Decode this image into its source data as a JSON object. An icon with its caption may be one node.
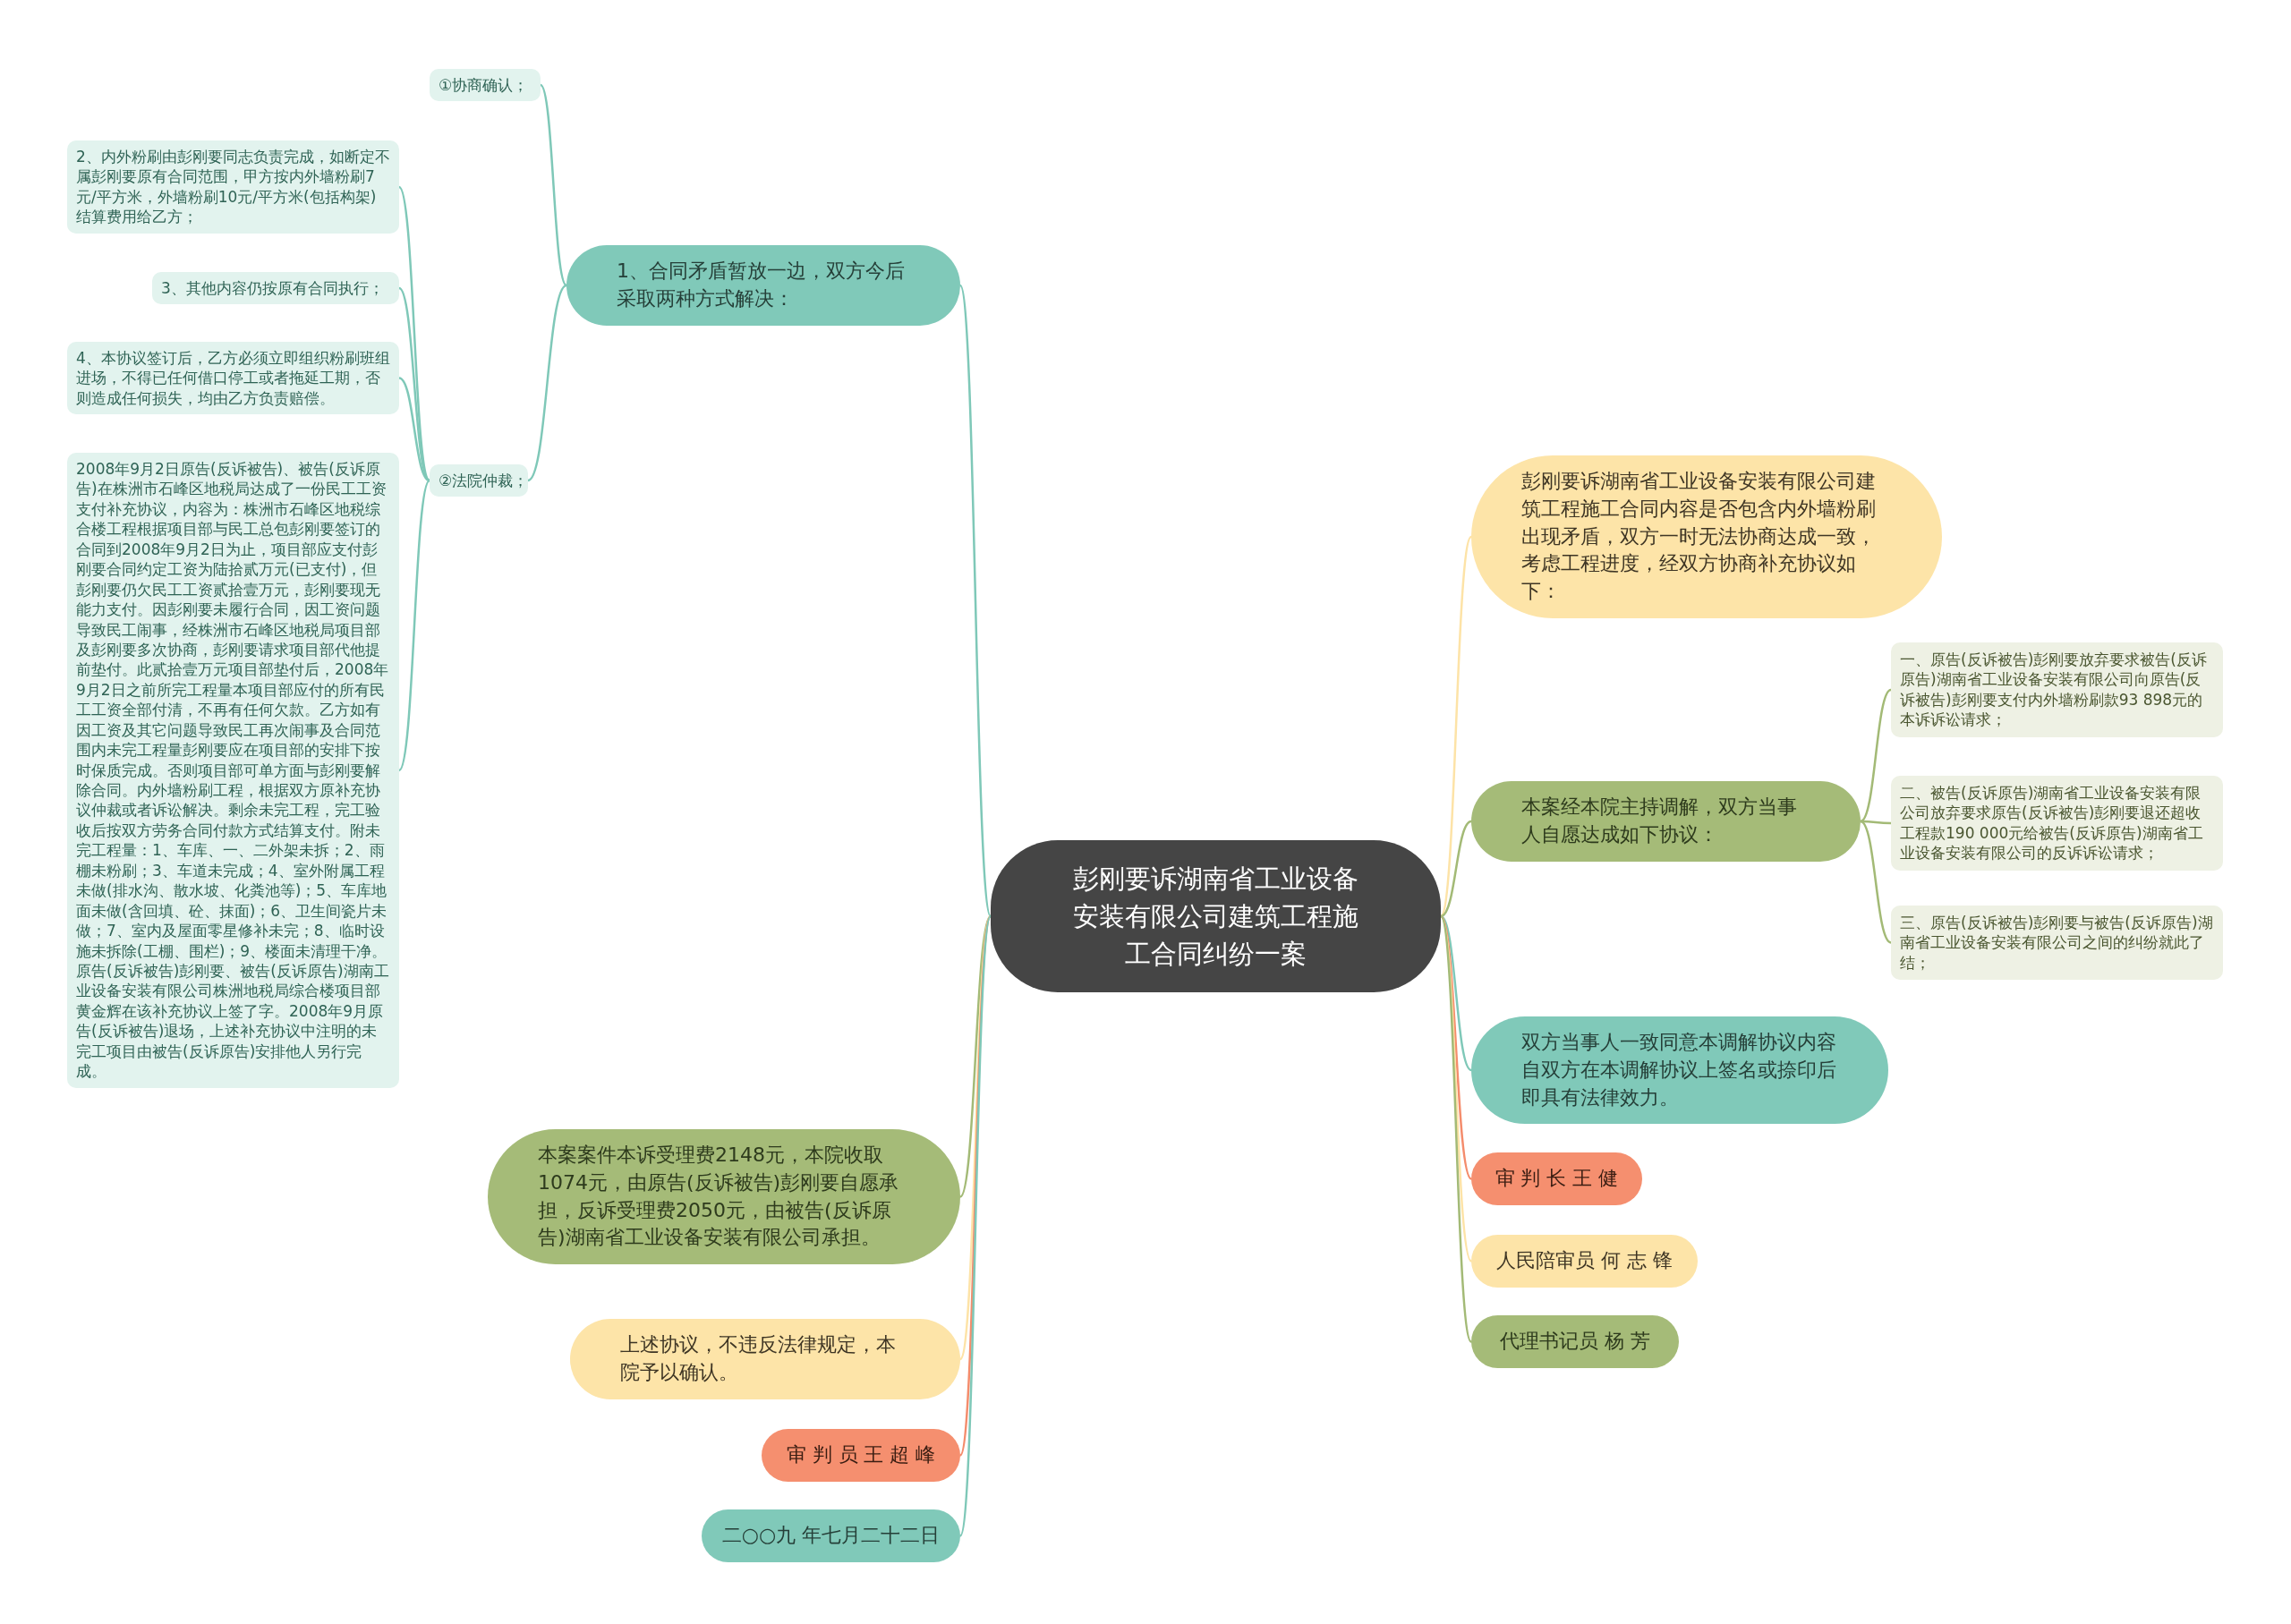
{
  "diagram": {
    "nodes": [
      {
        "text": [
          "彭刚要诉湖南省工业设备安装有限公司建筑工程施工合同纠纷一案"
        ]
      },
      {
        "text": [
          "1、合同矛盾暂放一边，双方今后采取两种方式解决："
        ]
      },
      {
        "text": [
          "①协商确认；"
        ]
      },
      {
        "text": [
          "②法院仲裁；"
        ]
      },
      {
        "text": [
          "2、内外粉刷由彭刚要同志负责完成，如断定不属彭刚要原有合同范围，甲方按内外墙粉刷7元/平方米，外墙粉刷10元/平方米(包括构架)结算费用给乙方；"
        ]
      },
      {
        "text": [
          "3、其他内容仍按原有合同执行；"
        ]
      },
      {
        "text": [
          "4、本协议签订后，乙方必须立即组织粉刷班组进场，不得已任何借口停工或者拖延工期，否则造成任何损失，均由乙方负责赔偿。"
        ]
      },
      {
        "text": [
          "2008年9月2日原告(反诉被告)、被告(反诉原告)在株洲市石峰区地税局达成了一份民工工资支付补充协议，内容为：株洲市石峰区地税综合楼工程根据项目部与民工总包彭刚要签订的合同到2008年9月2日为止，项目部应支付彭刚要合同约定工资为陆拾贰万元(已支付)，但彭刚要仍欠民工工资贰拾壹万元，彭刚要现无能力支付。因彭刚要未履行合同，因工资问题导致民工闹事，经株洲市石峰区地税局项目部及彭刚要多次协商，彭刚要请求项目部代他提前垫付。此贰拾壹万元项目部垫付后，2008年9月2日之前所完工程量本项目部应付的所有民工工资全部付清，不再有任何欠款。乙方如有因工资及其它问题导致民工再次闹事及合同范围内未完工程量彭刚要应在项目部的安排下按时保质完成。否则项目部可单方面与彭刚要解除合同。内外墙粉刷工程，根据双方原补充协议仲裁或者诉讼解决。剩余未完工程，完工验收后按双方劳务合同付款方式结算支付。附未完工程量：1、车库、一、二外架未拆；2、雨棚未粉刷；3、车道未完成；4、室外附属工程未做(排水沟、散水坡、化粪池等)；5、车库地面未做(含回填、砼、抹面)；6、卫生间瓷片未做；7、室内及屋面零星修补未完；8、临时设施未拆除(工棚、围栏)；9、楼面未清理干净。原告(反诉被告)彭刚要、被告(反诉原告)湖南工业设备安装有限公司株洲地税局综合楼项目部黄金辉在该补充协议上签了字。2008年9月原告(反诉被告)退场，上述补充协议中注明的未完工项目由被告(反诉原告)安排他人另行完成。"
        ]
      },
      {
        "text": [
          "彭刚要诉湖南省工业设备安装有限公司建筑工程施工合同内容是否包含内外墙粉刷出现矛盾，双方一时无法协商达成一致，考虑工程进度，经双方协商补充协议如下："
        ]
      },
      {
        "text": [
          "本案经本院主持调解，双方当事人自愿达成如下协议："
        ]
      },
      {
        "text": [
          "一、原告(反诉被告)彭刚要放弃要求被告(反诉原告)湖南省工业设备安装有限公司向原告(反诉被告)彭刚要支付内外墙粉刷款93 898元的本诉诉讼请求；"
        ]
      },
      {
        "text": [
          "二、被告(反诉原告)湖南省工业设备安装有限公司放弃要求原告(反诉被告)彭刚要退还超收工程款190 000元给被告(反诉原告)湖南省工业设备安装有限公司的反诉诉讼请求；"
        ]
      },
      {
        "text": [
          "三、原告(反诉被告)彭刚要与被告(反诉原告)湖南省工业设备安装有限公司之间的纠纷就此了结；"
        ]
      },
      {
        "text": [
          "双方当事人一致同意本调解协议内容自双方在本调解协议上签名或捺印后即具有法律效力。"
        ]
      },
      {
        "text": [
          "审 判 长 王 健"
        ]
      },
      {
        "text": [
          "人民陪审员 何 志 锋"
        ]
      },
      {
        "text": [
          "代理书记员 杨 芳"
        ]
      },
      {
        "text": [
          "本案案件本诉受理费2148元，本院收取1074元，由原告(反诉被告)彭刚要自愿承担，反诉受理费2050元，由被告(反诉原告)湖南省工业设备安装有限公司承担。"
        ]
      },
      {
        "text": [
          "上述协议，不违反法律规定，本院予以确认。"
        ]
      },
      {
        "text": [
          "审 判 员 王 超 峰"
        ]
      },
      {
        "text": [
          "二○○九 年七月二十二日"
        ]
      }
    ],
    "edges": [
      {
        "from": 0,
        "to": 1,
        "arrow": "none"
      },
      {
        "from": 1,
        "to": 2,
        "arrow": "none"
      },
      {
        "from": 1,
        "to": 3,
        "arrow": "none"
      },
      {
        "from": 3,
        "to": 4,
        "arrow": "none"
      },
      {
        "from": 3,
        "to": 5,
        "arrow": "none"
      },
      {
        "from": 3,
        "to": 6,
        "arrow": "none"
      },
      {
        "from": 3,
        "to": 7,
        "arrow": "none"
      },
      {
        "from": 0,
        "to": 8,
        "arrow": "none",
        "color": "#fde3a7"
      },
      {
        "from": 0,
        "to": 9,
        "arrow": "none",
        "color": "#a3ba76"
      },
      {
        "from": 9,
        "to": 10,
        "arrow": "none",
        "color": "#a3ba76"
      },
      {
        "from": 9,
        "to": 11,
        "arrow": "none",
        "color": "#a3ba76"
      },
      {
        "from": 9,
        "to": 12,
        "arrow": "none",
        "color": "#a3ba76"
      },
      {
        "from": 0,
        "to": 13,
        "arrow": "none"
      },
      {
        "from": 0,
        "to": 14,
        "arrow": "none",
        "color": "#f48c6c"
      },
      {
        "from": 0,
        "to": 15,
        "arrow": "none",
        "color": "#fde3a7"
      },
      {
        "from": 0,
        "to": 16,
        "arrow": "none",
        "color": "#a3ba76"
      },
      {
        "from": 0,
        "to": 17,
        "arrow": "none",
        "color": "#a3ba76"
      },
      {
        "from": 0,
        "to": 18,
        "arrow": "none",
        "color": "#fde3a7"
      },
      {
        "from": 0,
        "to": 19,
        "arrow": "none",
        "color": "#f48c6c"
      },
      {
        "from": 0,
        "to": 20,
        "arrow": "none"
      }
    ]
  }
}
